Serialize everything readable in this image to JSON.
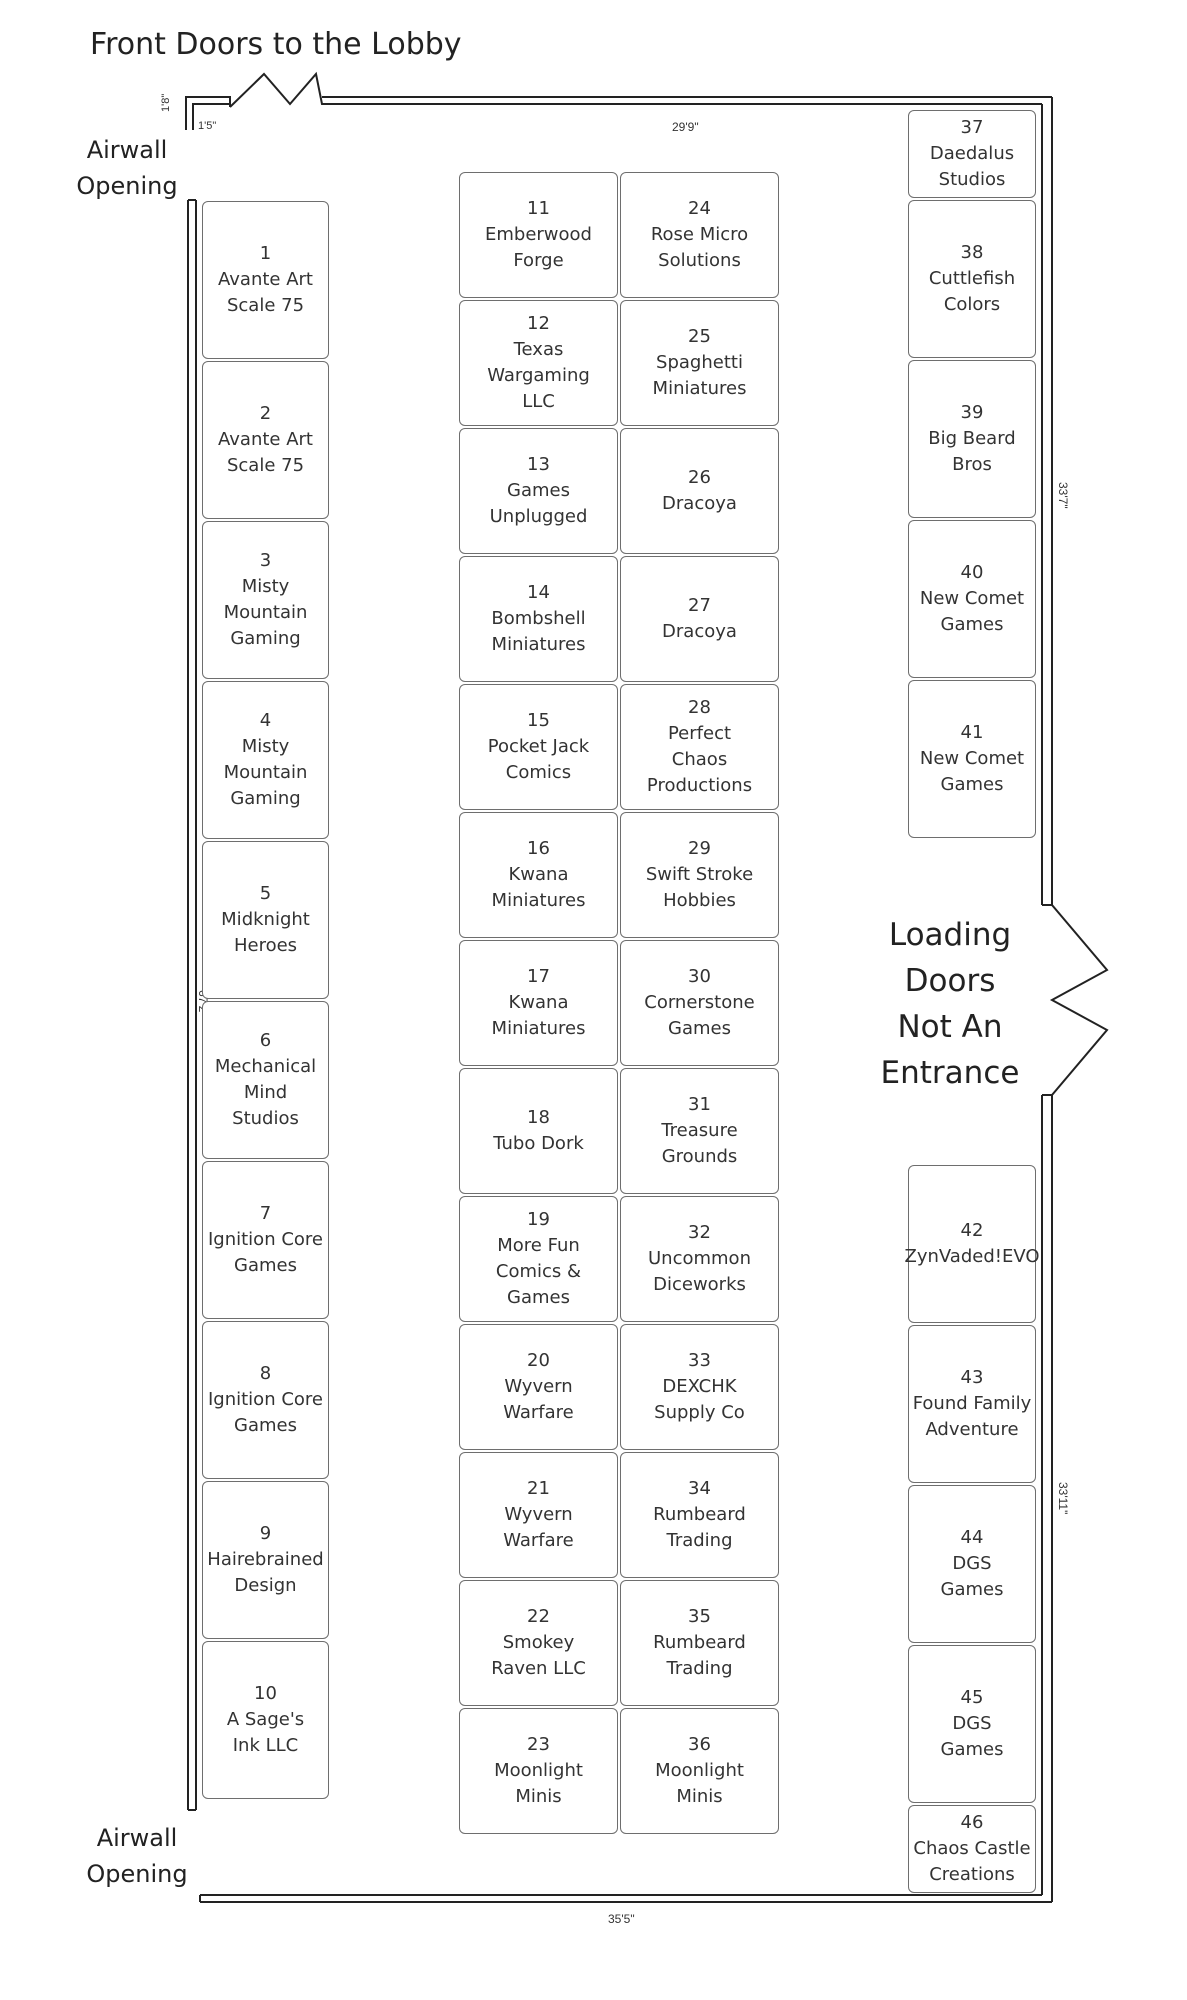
{
  "labels": {
    "front_doors": "Front Doors to the Lobby",
    "airwall_top": "Airwall\nOpening",
    "airwall_bottom": "Airwall\nOpening",
    "loading_doors": "Loading\nDoors\nNot An\nEntrance"
  },
  "dimensions": {
    "top_left_small": "1'8\"",
    "top_left_gap": "1'5\"",
    "top_wall": "29'9\"",
    "right_upper": "33'7\"",
    "right_lower": "33'11\"",
    "left_wall": "67'2\"",
    "bottom_wall": "35'5\""
  },
  "left_column": [
    {
      "number": "1",
      "name": "Avante Art\nScale 75"
    },
    {
      "number": "2",
      "name": "Avante Art\nScale 75"
    },
    {
      "number": "3",
      "name": "Misty\nMountain\nGaming"
    },
    {
      "number": "4",
      "name": "Misty\nMountain\nGaming"
    },
    {
      "number": "5",
      "name": "Midknight\nHeroes"
    },
    {
      "number": "6",
      "name": "Mechanical\nMind\nStudios"
    },
    {
      "number": "7",
      "name": "Ignition Core\nGames"
    },
    {
      "number": "8",
      "name": "Ignition Core\nGames"
    },
    {
      "number": "9",
      "name": "Hairebrained\nDesign"
    },
    {
      "number": "10",
      "name": "A Sage's\nInk LLC"
    }
  ],
  "center_left_column": [
    {
      "number": "11",
      "name": "Emberwood\nForge"
    },
    {
      "number": "12",
      "name": "Texas\nWargaming\nLLC"
    },
    {
      "number": "13",
      "name": "Games\nUnplugged"
    },
    {
      "number": "14",
      "name": "Bombshell\nMiniatures"
    },
    {
      "number": "15",
      "name": "Pocket Jack\nComics"
    },
    {
      "number": "16",
      "name": "Kwana\nMiniatures"
    },
    {
      "number": "17",
      "name": "Kwana\nMiniatures"
    },
    {
      "number": "18",
      "name": "Tubo Dork"
    },
    {
      "number": "19",
      "name": "More Fun\nComics &\nGames"
    },
    {
      "number": "20",
      "name": "Wyvern\nWarfare"
    },
    {
      "number": "21",
      "name": "Wyvern\nWarfare"
    },
    {
      "number": "22",
      "name": "Smokey\nRaven LLC"
    },
    {
      "number": "23",
      "name": "Moonlight\nMinis"
    }
  ],
  "center_right_column": [
    {
      "number": "24",
      "name": "Rose Micro\nSolutions"
    },
    {
      "number": "25",
      "name": "Spaghetti\nMiniatures"
    },
    {
      "number": "26",
      "name": "Dracoya"
    },
    {
      "number": "27",
      "name": "Dracoya"
    },
    {
      "number": "28",
      "name": "Perfect\nChaos\nProductions"
    },
    {
      "number": "29",
      "name": "Swift Stroke\nHobbies"
    },
    {
      "number": "30",
      "name": "Cornerstone\nGames"
    },
    {
      "number": "31",
      "name": "Treasure\nGrounds"
    },
    {
      "number": "32",
      "name": "Uncommon\nDiceworks"
    },
    {
      "number": "33",
      "name": "DEXCHK\nSupply Co"
    },
    {
      "number": "34",
      "name": "Rumbeard\nTrading"
    },
    {
      "number": "35",
      "name": "Rumbeard\nTrading"
    },
    {
      "number": "36",
      "name": "Moonlight\nMinis"
    }
  ],
  "right_upper_column": [
    {
      "number": "37",
      "name": "Daedalus\nStudios"
    },
    {
      "number": "38",
      "name": "Cuttlefish\nColors"
    },
    {
      "number": "39",
      "name": "Big Beard\nBros"
    },
    {
      "number": "40",
      "name": "New Comet\nGames"
    },
    {
      "number": "41",
      "name": "New Comet\nGames"
    }
  ],
  "right_lower_column": [
    {
      "number": "42",
      "name": "ZynVaded!EVO"
    },
    {
      "number": "43",
      "name": "Found Family\nAdventure"
    },
    {
      "number": "44",
      "name": "DGS\nGames"
    },
    {
      "number": "45",
      "name": "DGS\nGames"
    },
    {
      "number": "46",
      "name": "Chaos Castle\nCreations"
    }
  ],
  "colors": {
    "wall": "#222222",
    "booth_border": "#6e6e6e",
    "text": "#333333"
  }
}
